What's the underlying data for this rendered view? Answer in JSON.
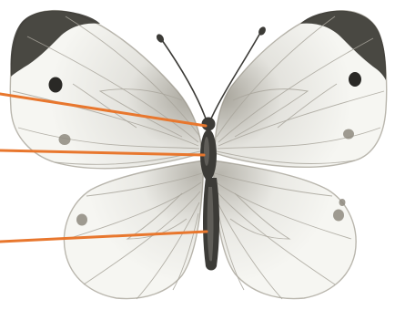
{
  "figure": {
    "subject_icon": "butterfly-icon",
    "colors": {
      "background": "#ffffff",
      "wing_fill": "#f6f6f2",
      "wing_outline": "#b9b6ad",
      "wing_vein": "#a8a59b",
      "wing_shading": "#8e8a7f",
      "wing_tip": "#3a3833",
      "wing_spot": "#2a2926",
      "body": "#3c3b37",
      "body_highlight": "#6e6c66",
      "leader_line": "#e8772e"
    },
    "leader_lines": [
      {
        "part": "head"
      },
      {
        "part": "thorax"
      },
      {
        "part": "abdomen"
      }
    ]
  }
}
